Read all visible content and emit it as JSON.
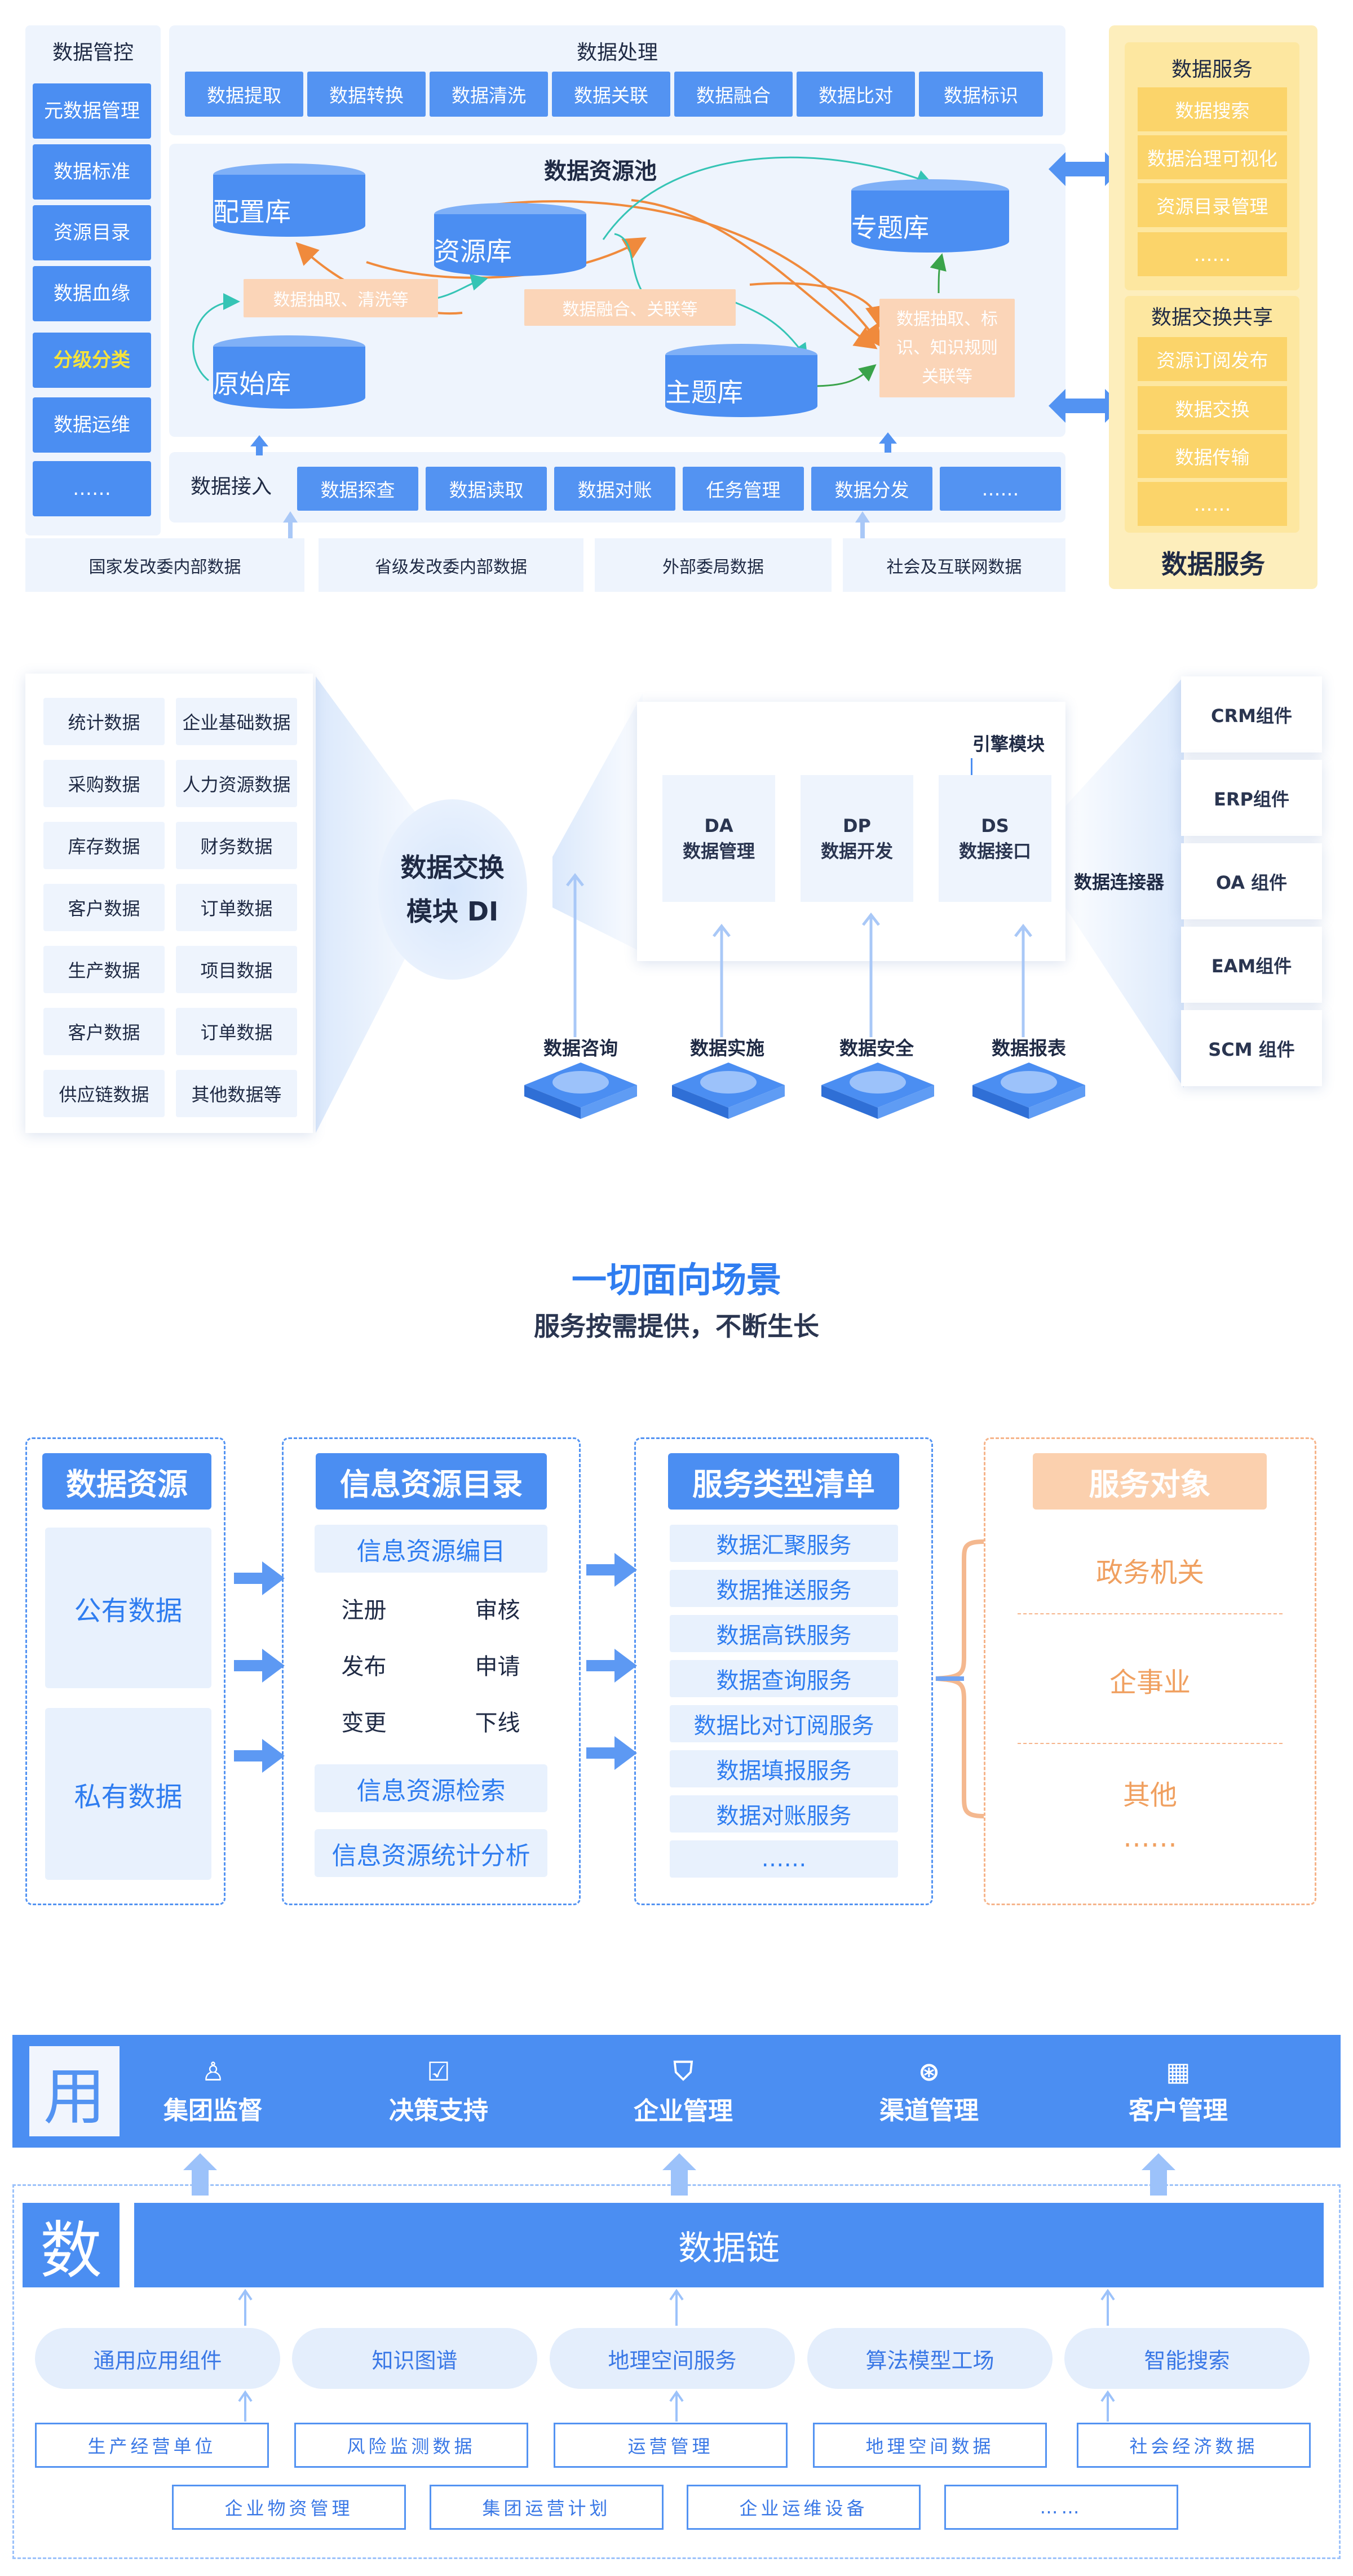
{
  "section1": {
    "governance": {
      "title": "数据管控",
      "items": [
        "元数据管理",
        "数据标准",
        "资源目录",
        "数据血缘",
        "分级分类",
        "数据运维",
        "……"
      ]
    },
    "processing": {
      "title": "数据处理",
      "items": [
        "数据提取",
        "数据转换",
        "数据清洗",
        "数据关联",
        "数据融合",
        "数据比对",
        "数据标识"
      ]
    },
    "pool": {
      "title": "数据资源池",
      "dbs": {
        "config": "配置库",
        "resource": "资源库",
        "topic": "专题库",
        "original": "原始库",
        "subject": "主题库"
      },
      "flows": {
        "extract_clean": "数据抽取、清洗等",
        "fuse_link": "数据融合、关联等",
        "extract_tag": "数据抽取、标识、知识规则关联等"
      }
    },
    "ingest": {
      "title": "数据接入",
      "items": [
        "数据探查",
        "数据读取",
        "数据对账",
        "任务管理",
        "数据分发",
        "……"
      ]
    },
    "sources": [
      "国家发改委内部数据",
      "省级发改委内部数据",
      "外部委局数据",
      "社会及互联网数据"
    ],
    "services": {
      "group1_title": "数据服务",
      "group1_items": [
        "数据搜索",
        "数据治理可视化",
        "资源目录管理",
        "……"
      ],
      "group2_title": "数据交换共享",
      "group2_items": [
        "资源订阅发布",
        "数据交换",
        "数据传输",
        "……"
      ],
      "footer": "数据服务"
    }
  },
  "section2": {
    "left_items": [
      "统计数据",
      "企业基础数据",
      "采购数据",
      "人力资源数据",
      "库存数据",
      "财务数据",
      "客户数据",
      "订单数据",
      "生产数据",
      "项目数据",
      "客户数据",
      "订单数据",
      "供应链数据",
      "其他数据等"
    ],
    "center_title_1": "数据交换",
    "center_title_2": "模块 DI",
    "engine_label": "引擎模块",
    "engines": [
      {
        "code": "DA",
        "label": "数据管理"
      },
      {
        "code": "DP",
        "label": "数据开发"
      },
      {
        "code": "DS",
        "label": "数据接口"
      }
    ],
    "bottoms": [
      "数据咨询",
      "数据实施",
      "数据安全",
      "数据报表"
    ],
    "connector_label": "数据连接器",
    "connectors": [
      "CRM组件",
      "ERP组件",
      "OA 组件",
      "EAM组件",
      "SCM 组件"
    ]
  },
  "section3": {
    "title": "一切面向场景",
    "subtitle": "服务按需提供，不断生长",
    "col1": {
      "header": "数据资源",
      "items": [
        "公有数据",
        "私有数据"
      ]
    },
    "col2": {
      "header": "信息资源目录",
      "top": "信息资源编目",
      "grid": [
        "注册",
        "审核",
        "发布",
        "申请",
        "变更",
        "下线"
      ],
      "mid": "信息资源检索",
      "bottom": "信息资源统计分析"
    },
    "col3": {
      "header": "服务类型清单",
      "items": [
        "数据汇聚服务",
        "数据推送服务",
        "数据高铁服务",
        "数据查询服务",
        "数据比对订阅服务",
        "数据填报服务",
        "数据对账服务",
        "……"
      ]
    },
    "col4": {
      "header": "服务对象",
      "items": [
        "政务机关",
        "企事业",
        "其他",
        "……"
      ]
    },
    "colors": {
      "primary": "#4b8ef2",
      "orange": "#f0a060"
    }
  },
  "section4": {
    "use_char": "用",
    "apps": [
      {
        "label": "集团监督",
        "icon": "user-shield-icon",
        "glyph": "♙"
      },
      {
        "label": "决策支持",
        "icon": "document-check-icon",
        "glyph": "☑"
      },
      {
        "label": "企业管理",
        "icon": "shield-icon",
        "glyph": "⛉"
      },
      {
        "label": "渠道管理",
        "icon": "lifebuoy-icon",
        "glyph": "⊛"
      },
      {
        "label": "客户管理",
        "icon": "building-icon",
        "glyph": "▦"
      }
    ],
    "data_char": "数",
    "chain": "数据链",
    "pills": [
      "通用应用组件",
      "知识图谱",
      "地理空间服务",
      "算法模型工场",
      "智能搜索"
    ],
    "row1": [
      "生产经营单位",
      "风险监测数据",
      "运营管理",
      "地理空间数据",
      "社会经济数据"
    ],
    "row2": [
      "企业物资管理",
      "集团运营计划",
      "企业运维设备",
      "……"
    ]
  }
}
